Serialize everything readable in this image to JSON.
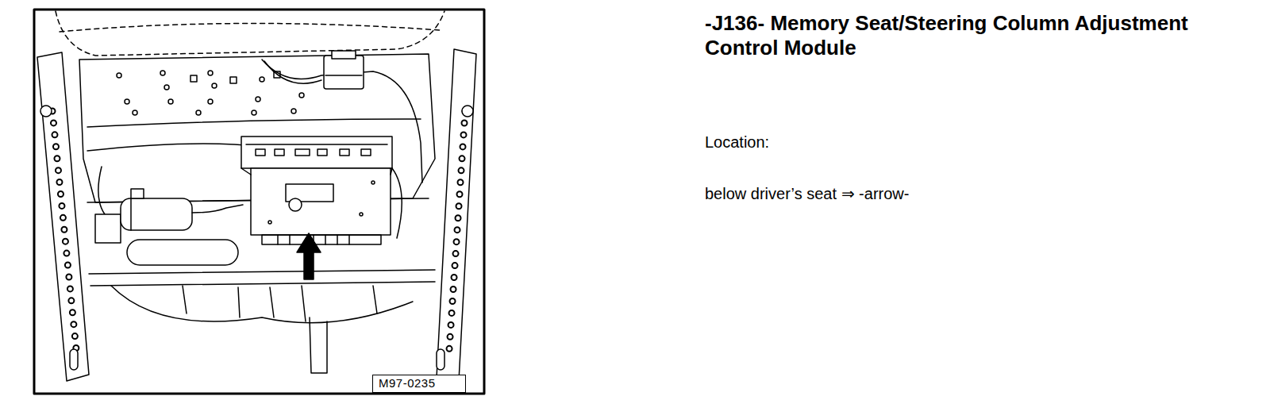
{
  "diagram": {
    "title": "-J136- Memory Seat/Steering Column Adjustment Control Module",
    "nodes": [
      {
        "text": [
          "M97-0235"
        ]
      }
    ],
    "labels": [
      "Location:",
      "below driver’s seat ⇒ -arrow-"
    ]
  }
}
